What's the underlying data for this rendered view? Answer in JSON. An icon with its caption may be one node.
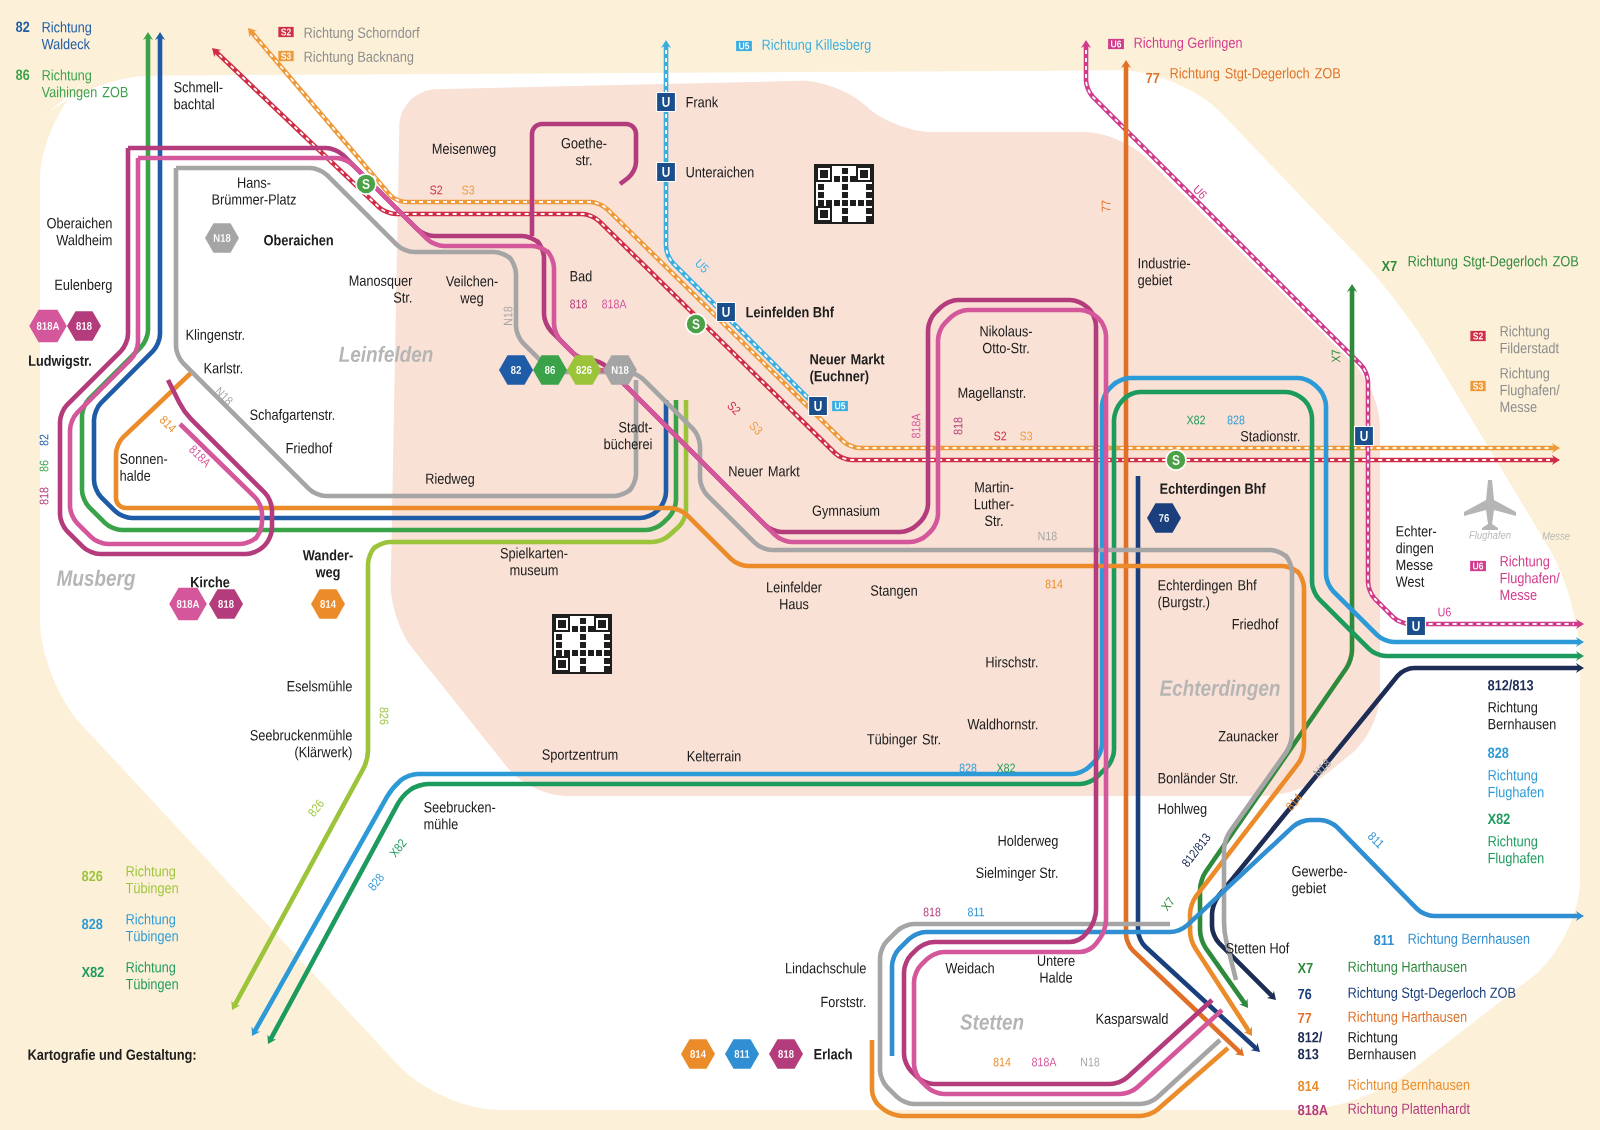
{
  "diagram": {
    "nodes": [
      {
        "text": [
          "S2"
        ]
      },
      {
        "text": [
          "S3"
        ]
      },
      {
        "text": [
          "U5"
        ]
      },
      {
        "text": [
          "U6"
        ]
      },
      {
        "text": [
          "S2"
        ]
      },
      {
        "text": [
          "S3"
        ]
      },
      {
        "text": [
          "U6"
        ]
      },
      {
        "text": [
          "U5"
        ]
      },
      {
        "text": [
          "N18"
        ]
      },
      {
        "text": [
          "818A"
        ]
      },
      {
        "text": [
          "818"
        ]
      },
      {
        "text": [
          "82"
        ]
      },
      {
        "text": [
          "86"
        ]
      },
      {
        "text": [
          "826"
        ]
      },
      {
        "text": [
          "N18"
        ]
      },
      {
        "text": [
          "818A"
        ]
      },
      {
        "text": [
          "818"
        ]
      },
      {
        "text": [
          "814"
        ]
      },
      {
        "text": [
          "76"
        ]
      },
      {
        "text": [
          "814"
        ]
      },
      {
        "text": [
          "811"
        ]
      },
      {
        "text": [
          "818"
        ],
        "beside": [
          "Erlach"
        ]
      },
      {
        "text": [
          "S"
        ]
      },
      {
        "text": [
          "S"
        ]
      },
      {
        "text": [
          "S"
        ]
      },
      {
        "text": [
          "U"
        ],
        "beside": [
          "Frank"
        ]
      },
      {
        "text": [
          "U"
        ]
      },
      {
        "text": [
          "U"
        ]
      },
      {
        "text": [
          "U"
        ]
      },
      {
        "text": [
          "U"
        ]
      },
      {
        "text": [
          "U"
        ]
      }
    ],
    "labels": [
      "82",
      "Richtung Waldeck",
      "86",
      "Richtung Vaihingen ZOB",
      "Richtung Schorndorf",
      "Richtung Backnang",
      "Richtung Killesberg",
      "Richtung Gerlingen",
      "77",
      "Richtung Stgt-Degerloch ZOB",
      "X7",
      "Richtung Stgt-Degerloch ZOB",
      "Richtung Filderstadt",
      "Richtung Flughafen/ Messe",
      "Flughafen",
      "Messe",
      "Richtung Flughafen/ Messe",
      "812/813",
      "Richtung Bernhausen",
      "828",
      "Richtung Flughafen",
      "X82",
      "Richtung Flughafen",
      "811",
      "Richtung Bernhausen",
      "X7",
      "Richtung Harthausen",
      "76",
      "Richtung Stgt-Degerloch ZOB",
      "77",
      "Richtung Harthausen",
      "812/ 813",
      "Richtung Bernhausen",
      "814",
      "Richtung Bernhausen",
      "818A",
      "Richtung Plattenhardt",
      "826",
      "Richtung Tübingen",
      "828",
      "Richtung Tübingen",
      "X82",
      "Richtung Tübingen",
      "Kartografie und Gestaltung:",
      "Schmell- bachtal",
      "Hans- Brümmer-Platz",
      "Oberaichen Waldheim",
      "Oberaichen",
      "Eulenberg",
      "Ludwigstr.",
      "Klingenstr.",
      "Karlstr.",
      "Schafgartenstr.",
      "Friedhof",
      "Sonnen- halde",
      "Riedweg",
      "Musberg",
      "Kirche",
      "Wander- weg",
      "Leinfelden",
      "Manosquer Str.",
      "Veilchen- weg",
      "N18",
      "Meisenweg",
      "Goethe- str.",
      "Unteraichen",
      "U5",
      "Bad",
      "818",
      "818A",
      "Leinfelden Bhf",
      "Neuer Markt (Euchner)",
      "Stadt- bücherei",
      "S2",
      "S3",
      "Neuer Markt",
      "Gymnasium",
      "Nikolaus- Otto-Str.",
      "Magellanstr.",
      "818A",
      "818",
      "S2",
      "S3",
      "S2",
      "S3",
      "Martin- Luther- Str.",
      "N18",
      "77",
      "U6",
      "Industrie- gebiet",
      "X7",
      "X82",
      "828",
      "Stadionstr.",
      "Echterdingen Bhf",
      "Spielkarten- museum",
      "Leinfelder Haus",
      "Stangen",
      "814",
      "Echterdingen Bhf (Burgstr.)",
      "Friedhof",
      "Echter- dingen Messe West",
      "U6",
      "Echterdingen",
      "Hirschstr.",
      "Waldhornstr.",
      "Zaunacker",
      "N18",
      "Bonländer Str.",
      "Hohlweg",
      "814",
      "812/813",
      "X7",
      "811",
      "Gewerbe- gebiet",
      "Stetten Hof",
      "Sportzentrum",
      "Kelterrain",
      "Tübinger Str.",
      "828",
      "X82",
      "Eselsmühle",
      "826",
      "Seebruckenmühle (Klärwerk)",
      "826",
      "Seebrucken- mühle",
      "X82",
      "828",
      "Holderweg",
      "Sielminger Str.",
      "818",
      "811",
      "Lindachschule",
      "Forststr.",
      "Weidach",
      "Untere Halde",
      "Stetten",
      "Kasparswald",
      "814",
      "818A",
      "N18",
      "N18",
      "814",
      "818A",
      "82",
      "86",
      "818"
    ]
  }
}
